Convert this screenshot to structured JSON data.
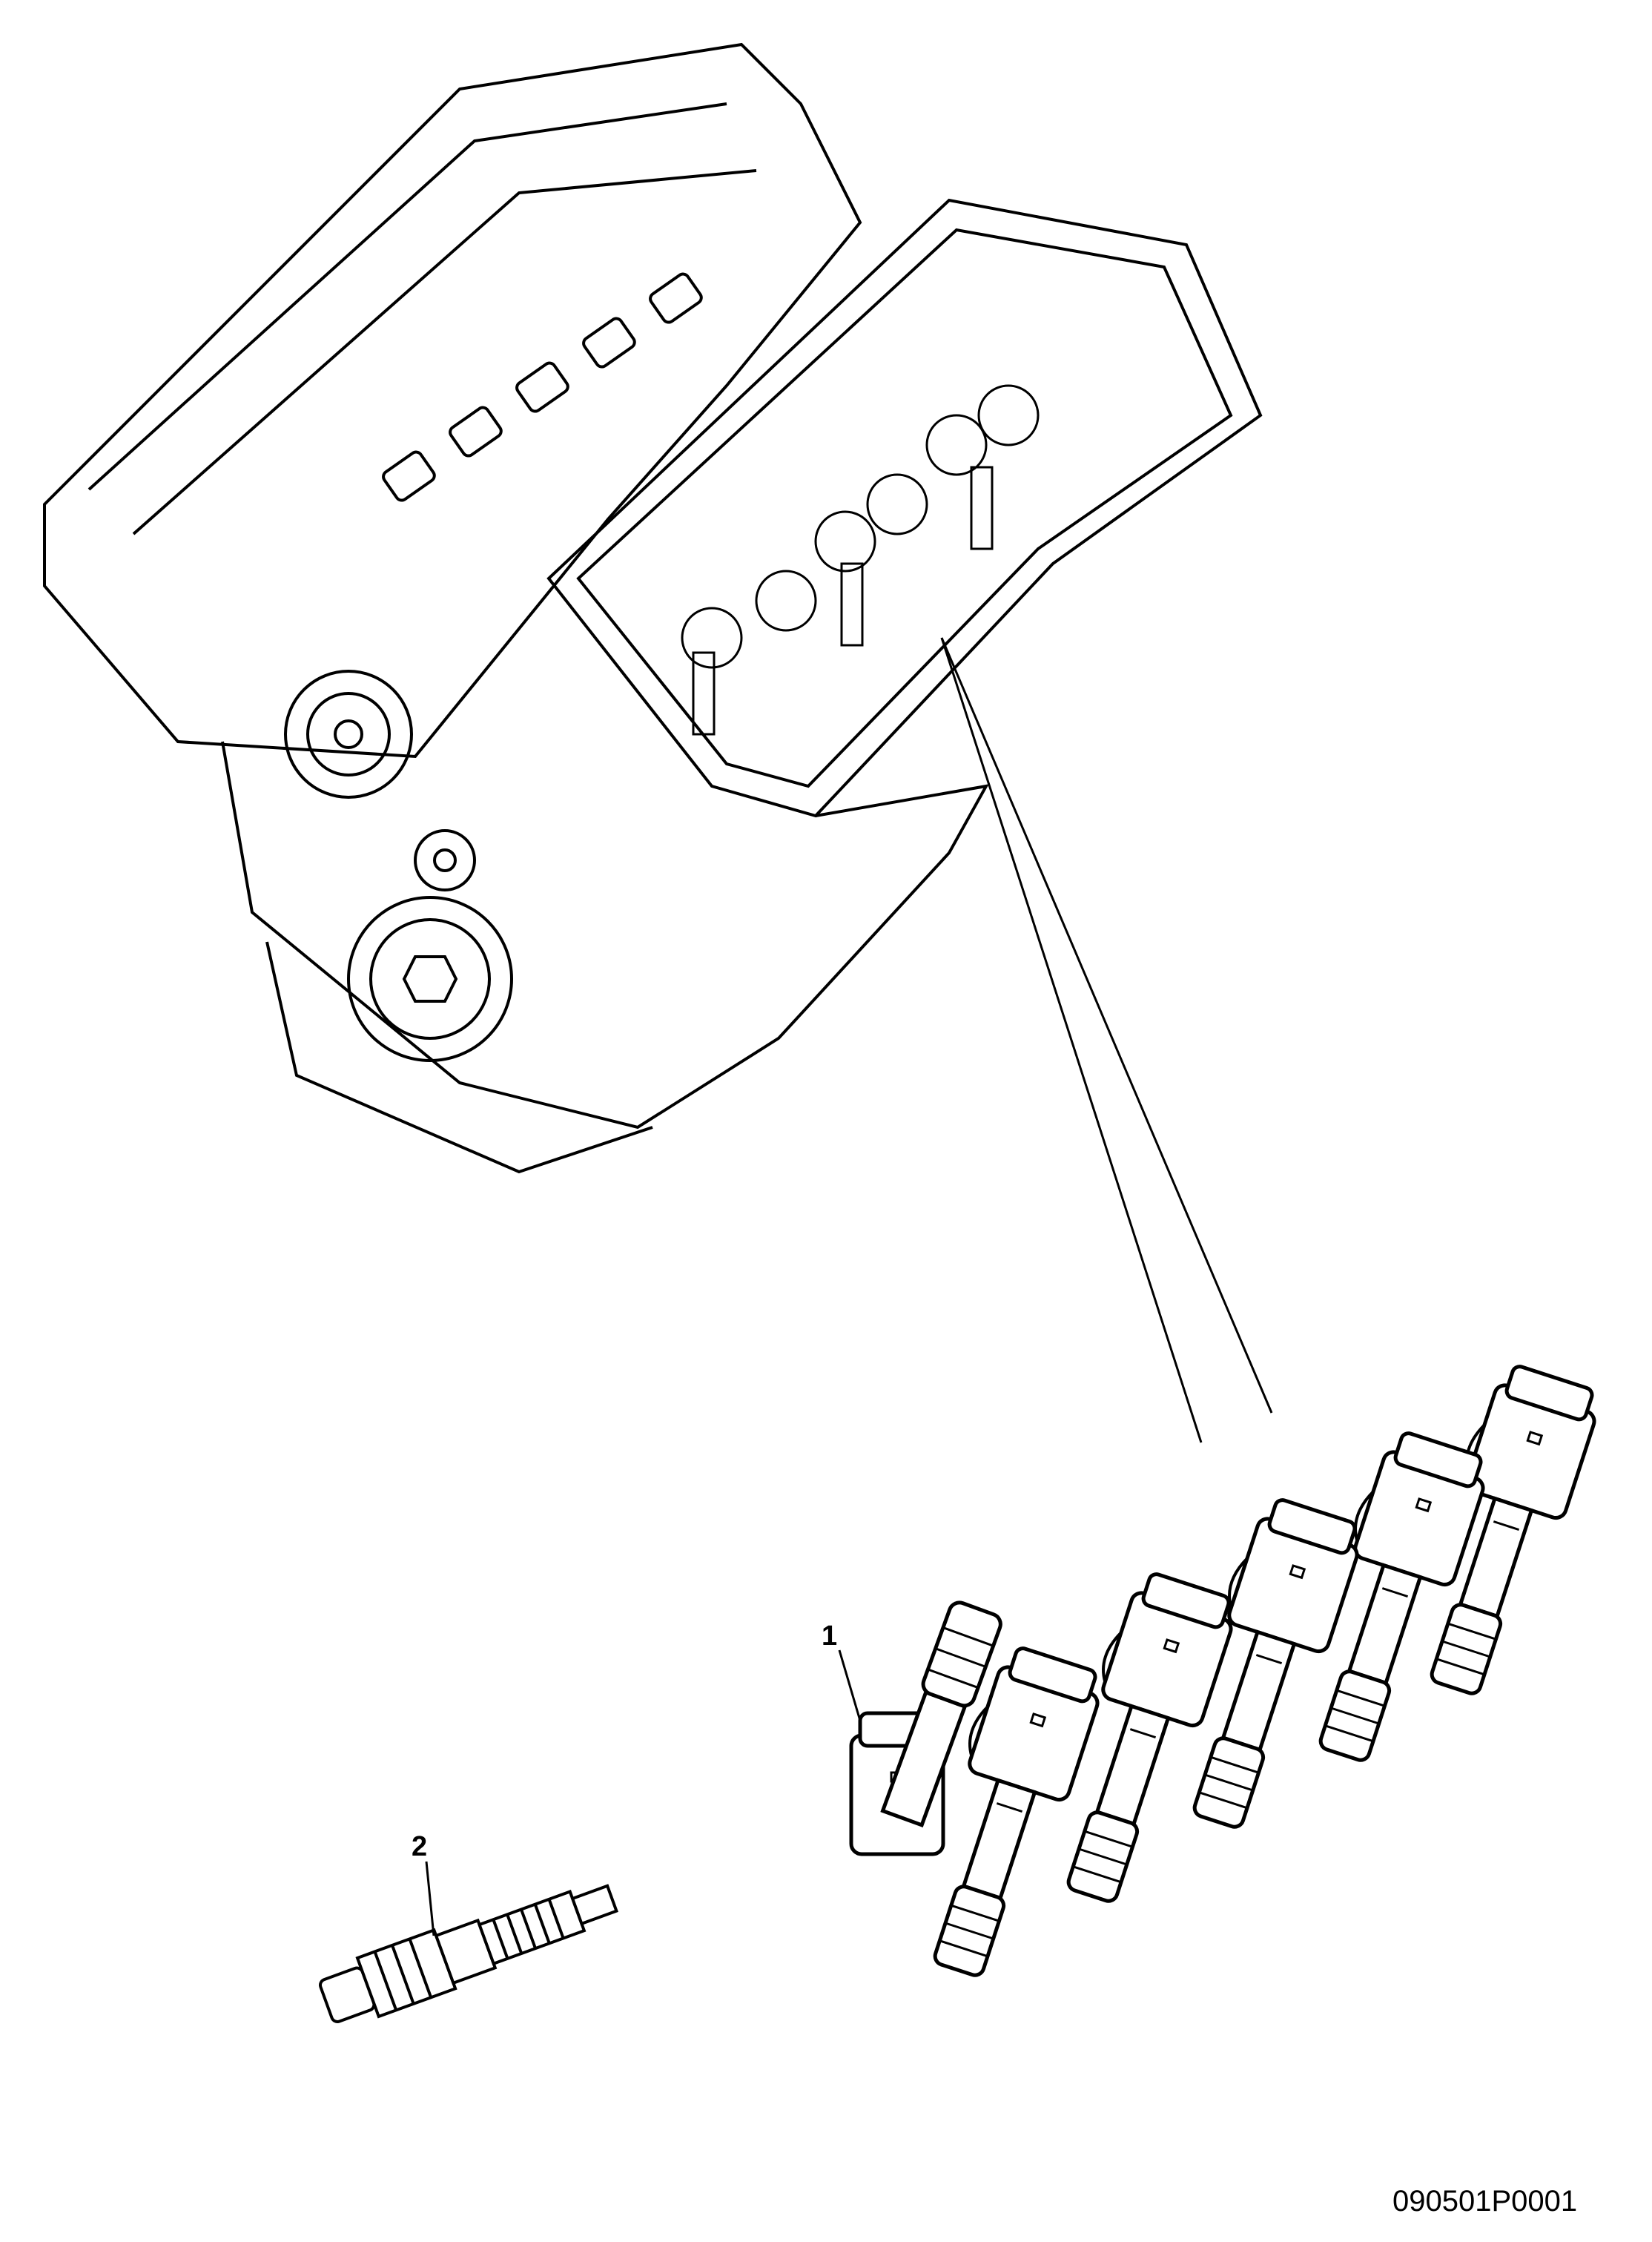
{
  "diagram": {
    "callouts": [
      {
        "id": "1",
        "label": "1",
        "part": "ignition-coil"
      },
      {
        "id": "2",
        "label": "2",
        "part": "spark-plug"
      }
    ],
    "drawing_number": "090501P0001",
    "line_color": "#000000",
    "background_color": "#ffffff"
  }
}
